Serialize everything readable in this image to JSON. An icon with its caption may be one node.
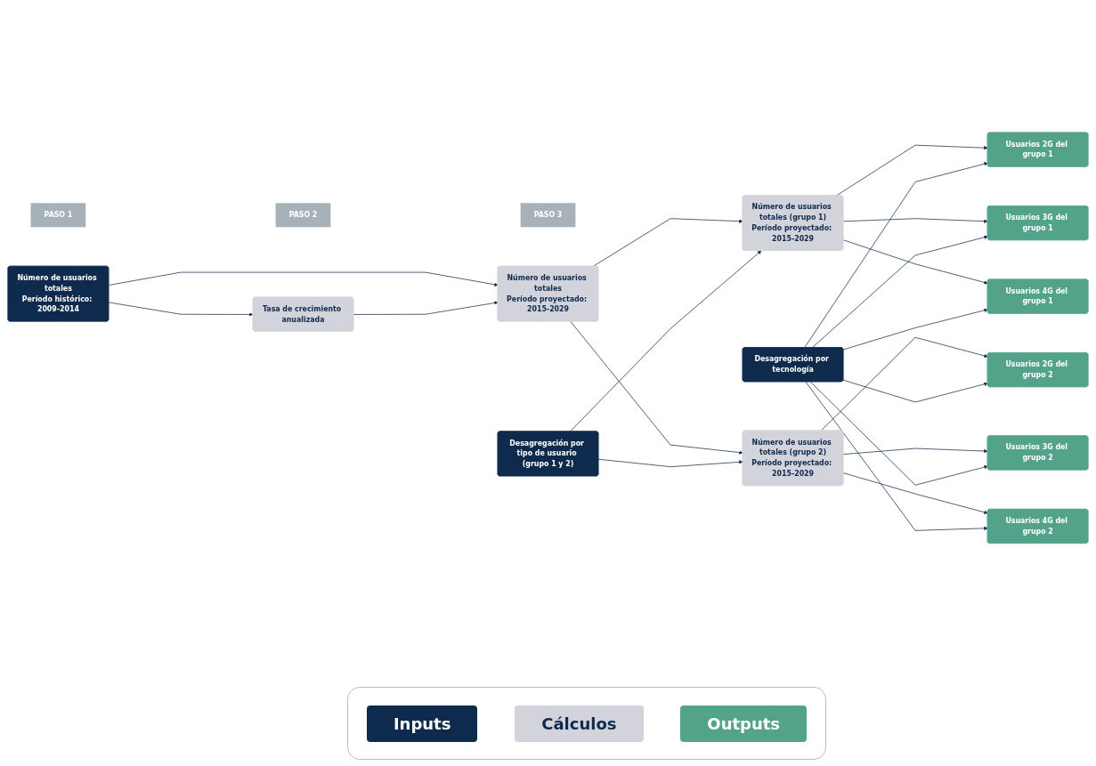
{
  "diagram": {
    "nodes": [
      {
        "text": [
          "PASO 1"
        ]
      },
      {
        "text": [
          "PASO 2"
        ]
      },
      {
        "text": [
          "PASO 3"
        ]
      },
      {
        "text": [
          "Número de usuarios totales",
          "Período histórico: 2009-2014"
        ]
      },
      {
        "text": [
          "Tasa de crecimiento anualizada"
        ]
      },
      {
        "text": [
          "Número de usuarios totales",
          "Período proyectado: 2015-2029"
        ]
      },
      {
        "text": [
          "Desagregación por tipo de usuario (grupo 1 y 2)"
        ]
      },
      {
        "text": [
          "Número de usuarios totales (grupo 1)",
          "Período proyectado: 2015-2029"
        ]
      },
      {
        "text": [
          "Número de usuarios totales (grupo 2)",
          "Período proyectado: 2015-2029"
        ]
      },
      {
        "text": [
          "Desagregación por tecnología"
        ]
      },
      {
        "text": [
          "Usuarios 2G del grupo 1"
        ]
      },
      {
        "text": [
          "Usuarios 3G del grupo 1"
        ]
      },
      {
        "text": [
          "Usuarios 4G del grupo 1"
        ]
      },
      {
        "text": [
          "Usuarios 2G del grupo 2"
        ]
      },
      {
        "text": [
          "Usuarios 3G del grupo 2"
        ]
      },
      {
        "text": [
          "Usuarios 4G del grupo 2"
        ]
      }
    ],
    "edges": [
      {
        "from": 3,
        "to": 4,
        "arrow": "to"
      },
      {
        "from": 3,
        "to": 5,
        "arrow": "to"
      },
      {
        "from": 4,
        "to": 5,
        "arrow": "to"
      },
      {
        "from": 5,
        "to": 7,
        "arrow": "to"
      },
      {
        "from": 5,
        "to": 8,
        "arrow": "to"
      },
      {
        "from": 6,
        "to": 7,
        "arrow": "to"
      },
      {
        "from": 6,
        "to": 8,
        "arrow": "to"
      },
      {
        "from": 7,
        "to": 10,
        "arrow": "to"
      },
      {
        "from": 7,
        "to": 11,
        "arrow": "to"
      },
      {
        "from": 7,
        "to": 12,
        "arrow": "to"
      },
      {
        "from": 9,
        "to": 10,
        "arrow": "to"
      },
      {
        "from": 9,
        "to": 11,
        "arrow": "to"
      },
      {
        "from": 9,
        "to": 12,
        "arrow": "to"
      },
      {
        "from": 8,
        "to": 13,
        "arrow": "to"
      },
      {
        "from": 8,
        "to": 14,
        "arrow": "to"
      },
      {
        "from": 8,
        "to": 15,
        "arrow": "to"
      },
      {
        "from": 9,
        "to": 13,
        "arrow": "to"
      },
      {
        "from": 9,
        "to": 14,
        "arrow": "to"
      },
      {
        "from": 9,
        "to": 15,
        "arrow": "to"
      }
    ],
    "legend": [
      {
        "text": "Inputs",
        "color": "#0e2a4d"
      },
      {
        "text": "Cálculos",
        "color": "#d3d3dc"
      },
      {
        "text": "Outputs",
        "color": "#52a38a"
      }
    ]
  }
}
